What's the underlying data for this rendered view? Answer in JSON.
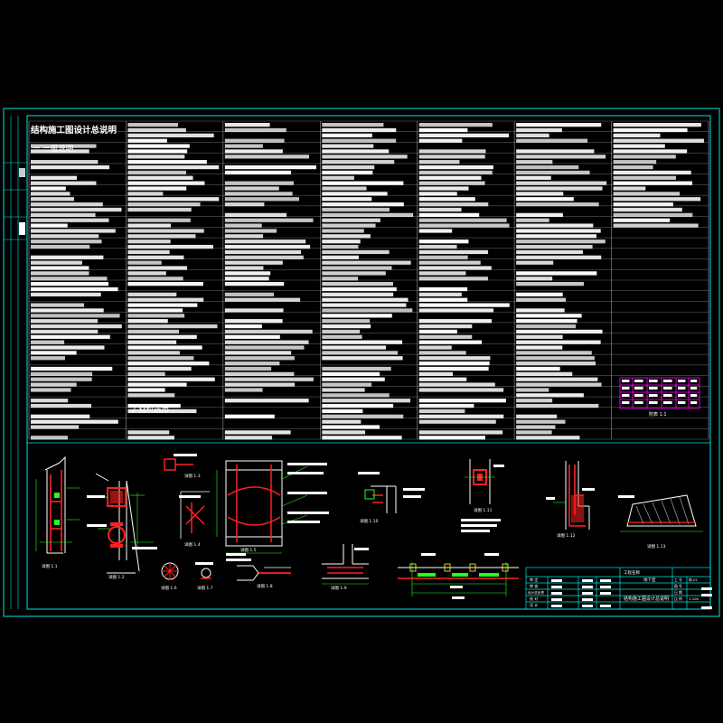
{
  "sheet": {
    "main_heading": "结构施工图设计总说明",
    "section_1_heading": "一 一般说明",
    "section_2_heading": "2 材料选用",
    "column_count": 7,
    "row_count": 30
  },
  "details": {
    "d1_label": "详图 1.1",
    "d2_label": "详图 1.2",
    "d3_label": "详图 1.3",
    "d4_label": "详图 1.4",
    "d5_label": "详图 1.5",
    "d6_label": "详图 1.6",
    "d7_label": "详图 1.7",
    "d8_label": "详图 1.8",
    "d9_label": "详图 1.9",
    "d10_label": "详图 1.10",
    "d11_label": "详图 1.11",
    "d12_label": "详图 1.12",
    "d13_label": "详图 1.13",
    "table_caption": "附表 1.1"
  },
  "title_block": {
    "project": "工程名称",
    "drawing_name": "地下室",
    "sheet_title": "结构施工图设计总说明",
    "role_1": "审 定",
    "role_2": "审 核",
    "role_3": "设计总负责",
    "role_4": "校 对",
    "role_5": "设 计",
    "field_1": "工 号",
    "field_2": "图 号",
    "field_3": "日 期",
    "field_4": "比 例",
    "value_1": "结-01",
    "value_2": "1:100"
  },
  "colors": {
    "frame": "#00e5e5",
    "text": "#ffffff",
    "rebar": "#ff2020",
    "dim": "#20ff20",
    "highlight": "#ff00ff",
    "yellow": "#ffff40",
    "grid": "#9a9a9a"
  }
}
